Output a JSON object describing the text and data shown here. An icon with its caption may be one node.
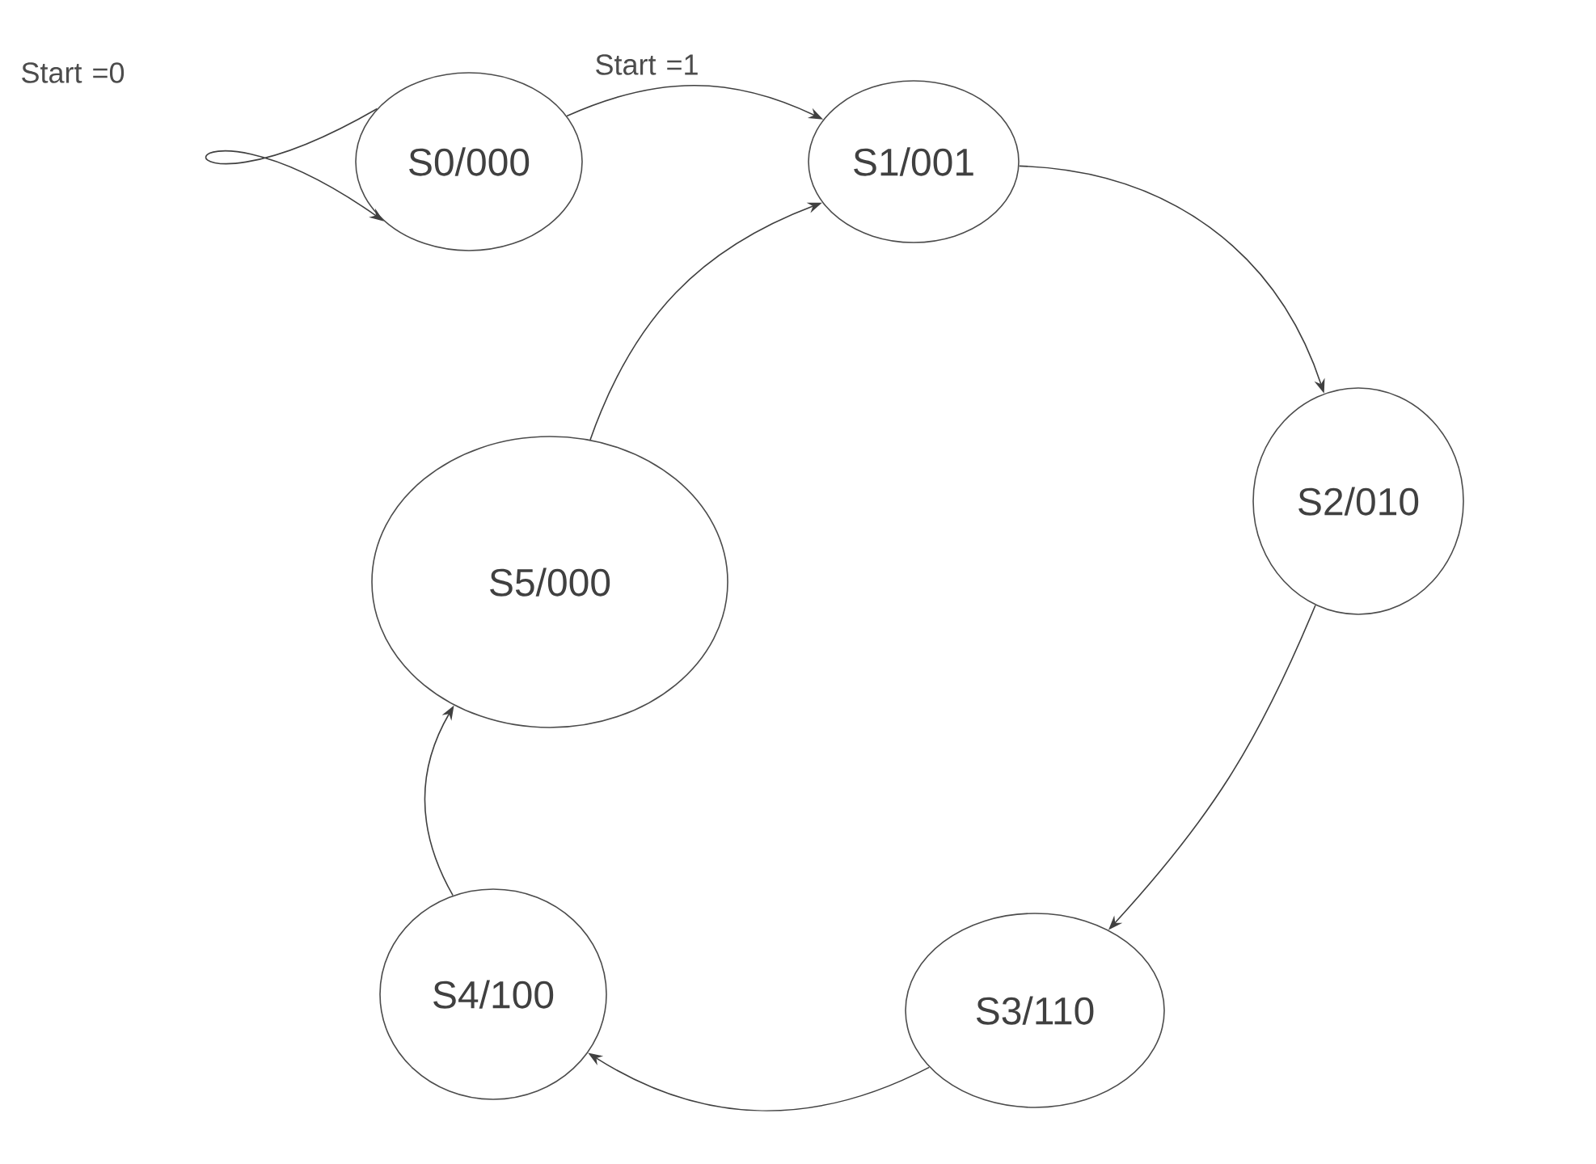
{
  "diagram": {
    "nodes": [
      {
        "text": [
          "S0/000"
        ]
      },
      {
        "text": [
          "S1/001"
        ]
      },
      {
        "text": [
          "S2/010"
        ]
      },
      {
        "text": [
          "S3/110"
        ]
      },
      {
        "text": [
          "S4/100"
        ]
      },
      {
        "text": [
          "S5/000"
        ]
      }
    ],
    "edges": [
      {
        "from": 0,
        "to": 0,
        "arrow": "to",
        "label": "Start =0"
      },
      {
        "from": 0,
        "to": 1,
        "arrow": "to",
        "label": "Start =1"
      },
      {
        "from": 1,
        "to": 2,
        "arrow": "to"
      },
      {
        "from": 2,
        "to": 3,
        "arrow": "to"
      },
      {
        "from": 3,
        "to": 4,
        "arrow": "to"
      },
      {
        "from": 4,
        "to": 5,
        "arrow": "to"
      },
      {
        "from": 5,
        "to": 1,
        "arrow": "to"
      }
    ]
  }
}
